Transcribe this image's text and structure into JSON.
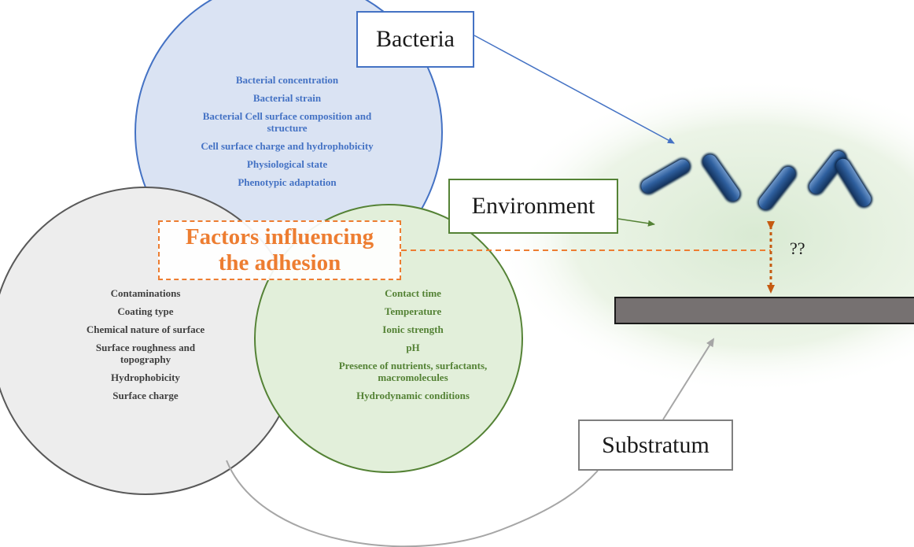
{
  "colors": {
    "bacteria": "#4472c4",
    "bacteria_fill": "#dae3f3",
    "environment": "#548235",
    "environment_fill": "#e2efda",
    "substrate": "#595959",
    "substrate_fill": "#ededed",
    "factors": "#ed7d31",
    "distance_arrow": "#c55a11",
    "substratum_arrow": "#a6a6a6",
    "surface_bar": "#767171",
    "background_glow": "#d9ead3",
    "bacterium_cell": "#2e5f9e"
  },
  "bacteria_factors": [
    "Bacterial concentration",
    "Bacterial strain",
    "Bacterial Cell surface composition and structure",
    "Cell surface charge and hydrophobicity",
    "Physiological state",
    "Phenotypic adaptation"
  ],
  "substrate_factors": [
    "Contaminations",
    "Coating type",
    "Chemical nature of surface",
    "Surface roughness and topography",
    "Hydrophobicity",
    "Surface charge"
  ],
  "environment_factors": [
    "Contact time",
    "Temperature",
    "Ionic strength",
    "pH",
    "Presence of nutrients, surfactants, macromolecules",
    "Hydrodynamic conditions"
  ],
  "center_title": "Factors influencing the adhesion",
  "labels": {
    "bacteria": "Bacteria",
    "environment": "Environment",
    "substratum": "Substratum",
    "unknown_distance": "??"
  },
  "icons": {
    "bacterium": "rod-shaped-bacterium-icon",
    "surface": "substratum-bar"
  }
}
